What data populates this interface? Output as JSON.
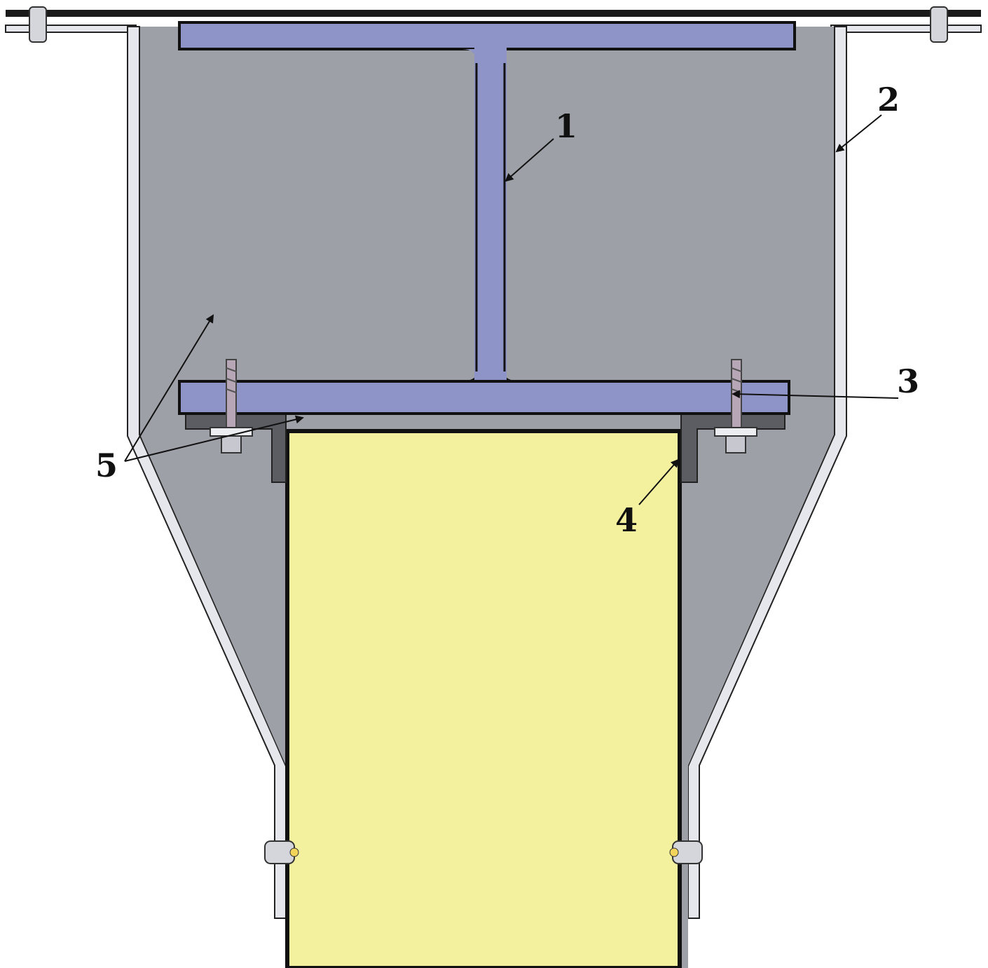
{
  "labels": {
    "l1": "1",
    "l2": "2",
    "l3": "3",
    "l4": "4",
    "l5": "5"
  },
  "colors": {
    "background": "#ffffff",
    "housing_fill": "#9da0a6",
    "steel_beam": "#8f94c8",
    "column_fill": "#f3f09e",
    "steel_plate": "#e2e4ea",
    "outline": "#111111",
    "angle_bracket": "#5c5d62"
  },
  "icons": {
    "top_rail": "rail-bolt-icon",
    "side_clamp": "clamp-icon",
    "anchor_bolt": "threaded-bolt-icon"
  }
}
